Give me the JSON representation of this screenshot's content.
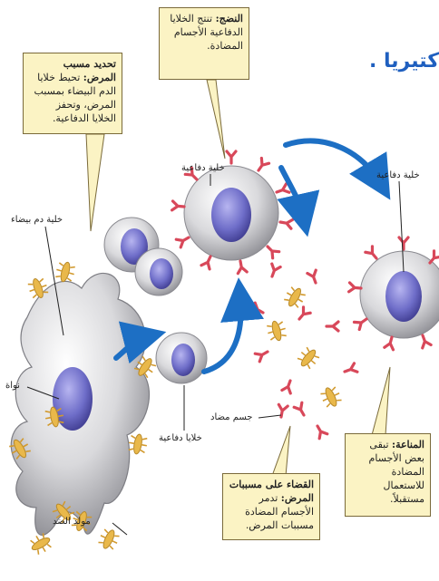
{
  "headline": "كتيريا .",
  "callouts": {
    "maturation": {
      "title": "النضج:",
      "text": "تنتج الخلايا الدفاعية الأجسام المضادة."
    },
    "identification": {
      "title": "تحديد مسبب المرض:",
      "text": "تحيط خلايا الدم البيضاء بمسبب المرض، وتحفز الخلايا الدفاعية."
    },
    "elimination": {
      "title": "القضاء على مسببات المرض:",
      "text": "تدمر الأجسام المضادة مسببات المرض."
    },
    "immunity": {
      "title": "المناعة:",
      "text": "تبقى بعض الأجسام المضادة للاستعمال مستقبلاً."
    }
  },
  "labels": {
    "white_blood_cell": "خلية دم بيضاء",
    "nucleus": "نواة",
    "antigen": "مولد الضد",
    "defense_cells": "خلايا دفاعية",
    "defense_cell_center": "خلية دفاعية",
    "defense_cell_right": "خلية دفاعية",
    "antibody": "جسم مضاد"
  },
  "colors": {
    "callout_bg": "#fbf3c4",
    "arrow_blue": "#1d6fc4",
    "antibody_red": "#d8485a",
    "bacteria_yellow": "#e9b84a",
    "nucleus_purple": "#6f6ec9",
    "cell_grey": "#cfcfd2"
  }
}
